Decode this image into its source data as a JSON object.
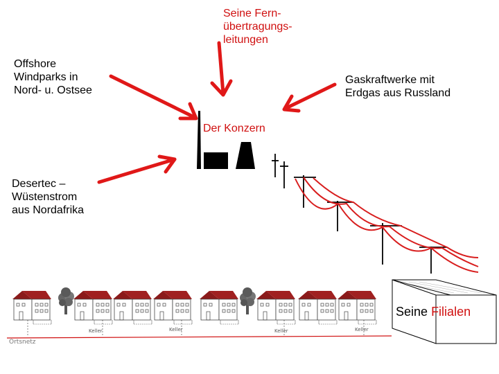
{
  "labels": {
    "fern": "Seine Fern-\nübertragungs-\nleitungen",
    "offshore": "Offshore\nWindparks in\nNord- u. Ostsee",
    "gas": "Gaskraftwerke mit\nErdgas aus Russland",
    "konzern": "Der Konzern",
    "desertec": "Desertec –\nWüstenstrom\naus Nordafrika",
    "filialen_word1": "Seine",
    "filialen_word2": "Filialen"
  },
  "village": {
    "keller_label": "Keller",
    "ortsnetz_label": "Ortsnetz"
  },
  "colors": {
    "arrow": "#e01818",
    "power_line": "#d81e1e",
    "roof": "#8b1a1a",
    "label_highlight": "#d01010"
  }
}
